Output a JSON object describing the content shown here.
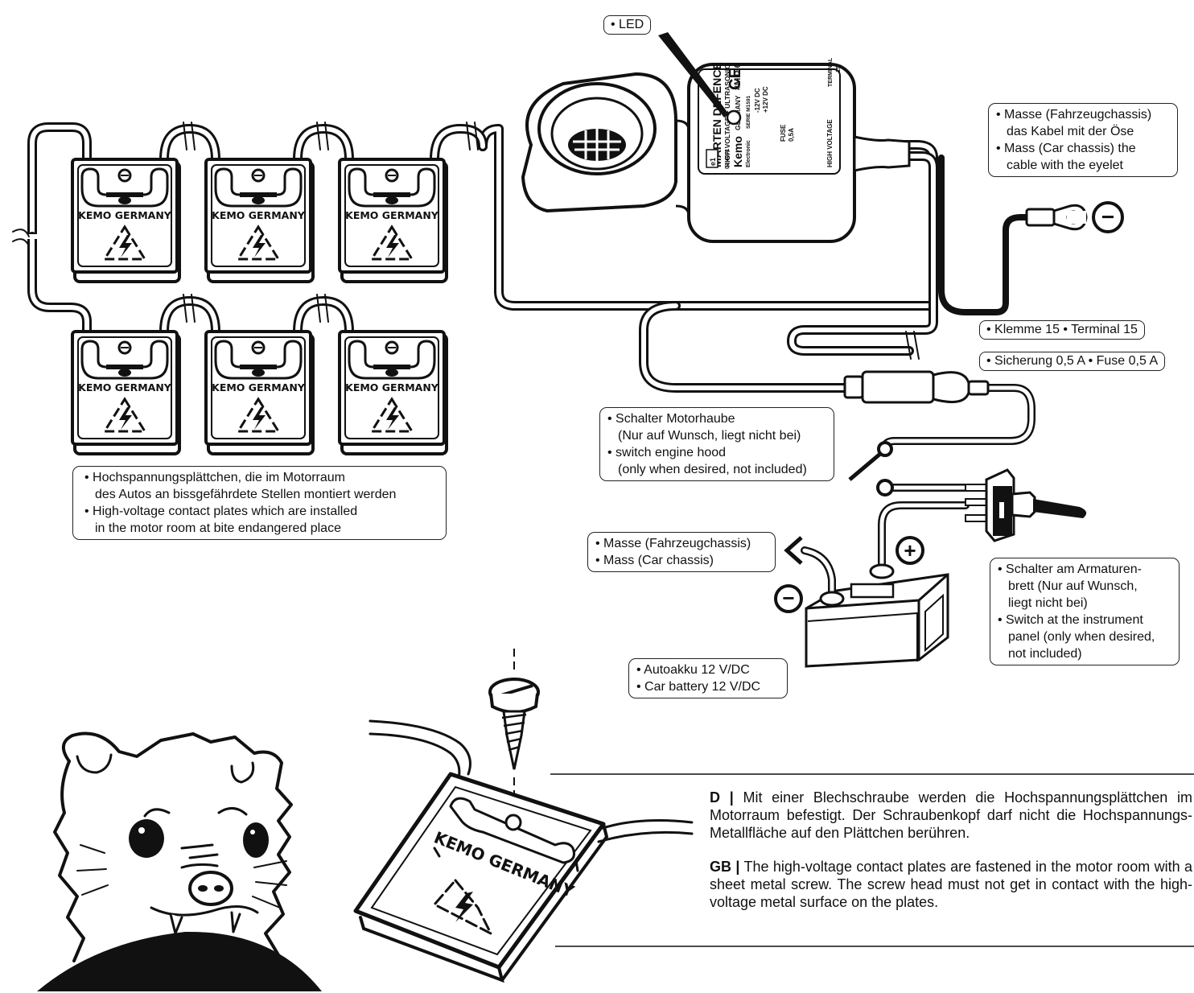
{
  "labels": {
    "led": "• LED",
    "ground_top": [
      "• Masse (Fahrzeugchassis)",
      "das Kabel mit der Öse",
      "• Mass (Car chassis) the",
      "cable with the eyelet"
    ],
    "terminal": "• Klemme 15 • Terminal 15",
    "fuse": "• Sicherung 0,5 A • Fuse 0,5 A",
    "hood_switch": [
      "• Schalter Motorhaube",
      "(Nur auf Wunsch, liegt nicht bei)",
      "• switch engine hood",
      "(only when desired, not included)"
    ],
    "plates": [
      "• Hochspannungsplättchen, die im Motorraum",
      "des Autos an bissgefährdete Stellen montiert werden",
      "• High-voltage contact plates which are installed",
      "in the motor room at bite endangered place"
    ],
    "ground_left": [
      "• Masse (Fahrzeugchassis)",
      "• Mass (Car chassis)"
    ],
    "dash_switch": [
      "• Schalter am Armaturen-",
      "brett (Nur auf Wunsch,",
      "liegt nicht bei)",
      "• Switch at the instrument",
      "panel (only when desired,",
      "not included)"
    ],
    "battery": [
      "• Autoakku 12 V/DC",
      "• Car battery 12 V/DC"
    ]
  },
  "plate": {
    "brand": "KEMO GERMANY"
  },
  "module": {
    "ce": "CE",
    "title": "MARTEN DEFENCE",
    "subtitle": "HIGH VOLTAGE + ULTRASONIC",
    "brand": "Kemo",
    "country": "GERMANY",
    "model": "#M186",
    "electronic": "Electronic",
    "serie": "SERIE M1591",
    "volt_a": "-12V DC",
    "volt_b": "+12V DC",
    "fuse_lbl": "FUSE",
    "fuse_val": "0,5A",
    "terminal_lbl": "TERMINAL",
    "terminal_num": "15",
    "hv": "HIGH VOLTAGE",
    "code_a": "e1",
    "code_b": "03 4071"
  },
  "symbols": {
    "minus": "−",
    "plus": "+"
  },
  "body": {
    "d_tag": "D |",
    "d_text": "Mit einer Blechschraube werden die Hochspannungsplättchen im Motorraum befestigt. Der Schraubenkopf darf nicht die Hochspannungs-Metallfläche auf den Plättchen berühren.",
    "gb_tag": "GB |",
    "gb_text": "The high-voltage contact plates are fastened in the motor room with a sheet metal screw. The screw head must not get in contact with the high-voltage metal surface on the plates."
  }
}
